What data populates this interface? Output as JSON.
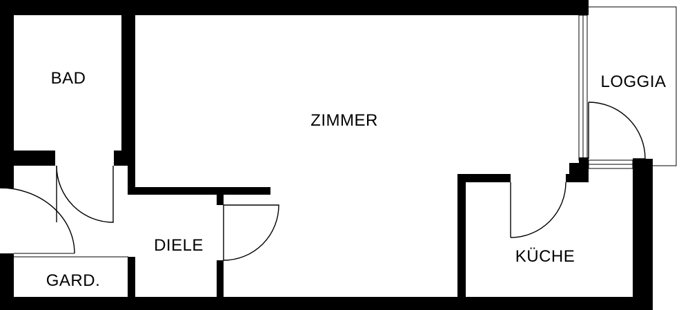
{
  "rooms": {
    "bad": "BAD",
    "zimmer": "ZIMMER",
    "loggia": "LOGGIA",
    "diele": "DIELE",
    "kueche": "KÜCHE",
    "gard": "GARD."
  },
  "colors": {
    "wall": "#000000",
    "background": "#ffffff"
  }
}
